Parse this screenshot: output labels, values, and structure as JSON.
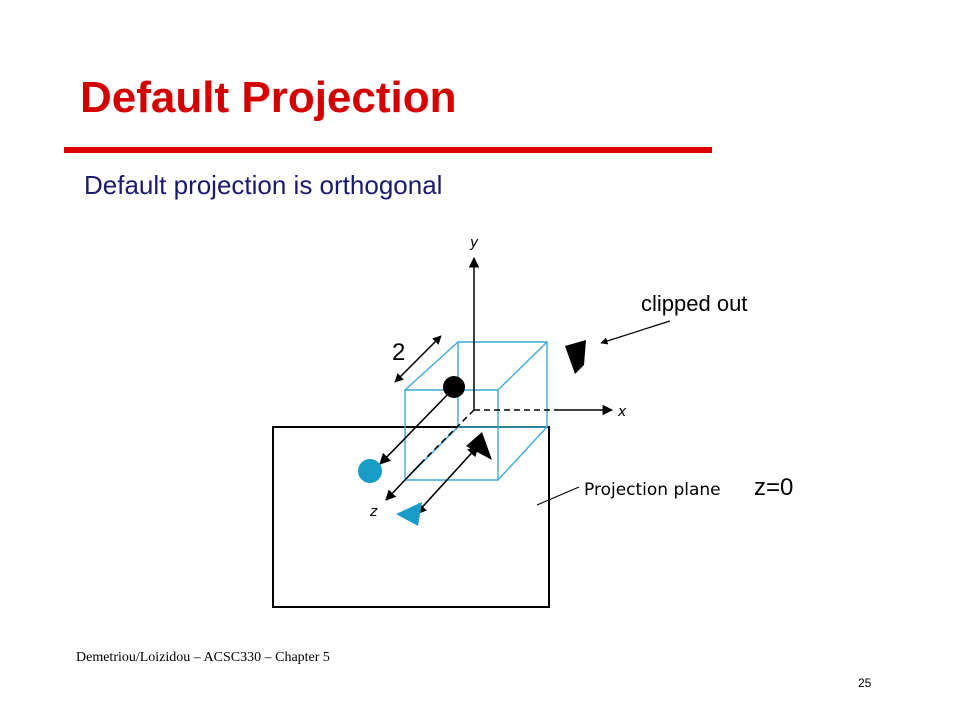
{
  "slide": {
    "title": "Default Projection",
    "subtitle": "Default projection is orthogonal",
    "footer": "Demetriou/Loizidou – ACSC330 – Chapter 5",
    "page_number": "25"
  },
  "diagram": {
    "axis_y_label": "y",
    "axis_x_label": "x",
    "axis_z_label": "z",
    "dimension_label": "2",
    "clipped_label": "clipped out",
    "plane_label": "Projection plane",
    "plane_equation": "z=0"
  },
  "colors": {
    "title": "#d40000",
    "title_rule": "#e00000",
    "subtitle": "#1a1a6e",
    "cube": "#3fa9d6",
    "projected_shapes": "#1a9cc9"
  }
}
